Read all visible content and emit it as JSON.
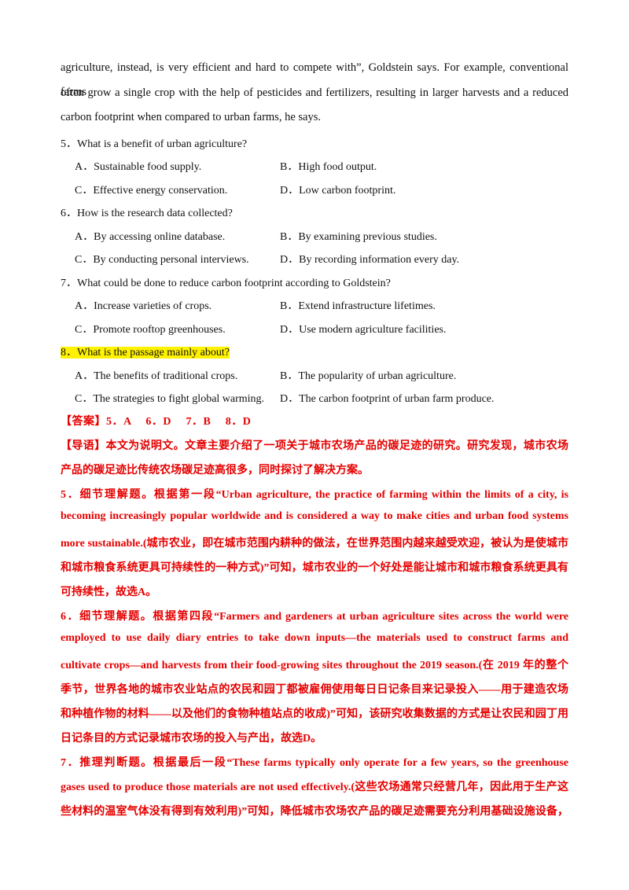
{
  "passage_lines": [
    "agriculture, instead, is very efficient and hard to compete with”, Goldstein says. For example, conventional farms",
    "often grow a single crop with the help of pesticides and fertilizers, resulting in larger harvests and a reduced",
    "carbon footprint when compared to urban farms, he says."
  ],
  "questions": [
    {
      "stem": "5．What is a benefit of urban agriculture?",
      "a": "A．Sustainable food supply.",
      "b": "B．High food output.",
      "c": "C．Effective energy conservation.",
      "d": "D．Low carbon footprint."
    },
    {
      "stem": "6．How is the research data collected?",
      "a": "A．By accessing online database.",
      "b": "B．By examining previous studies.",
      "c": "C．By conducting personal interviews.",
      "d": "D．By recording information every day."
    },
    {
      "stem": "7．What could be done to reduce carbon footprint according to Goldstein?",
      "a": "A．Increase varieties of crops.",
      "b": "B．Extend infrastructure lifetimes.",
      "c": "C．Promote rooftop greenhouses.",
      "d": "D．Use modern agriculture facilities."
    },
    {
      "stem": "8．What is the passage mainly about?",
      "a": "A．The benefits of traditional crops.",
      "b": "B．The popularity of urban agriculture.",
      "c": "C．The strategies to fight global warming.",
      "d": "D．The carbon footprint of urban farm produce."
    }
  ],
  "answer_line": "【答案】5．A　 6．D　 7．B　 8．D",
  "explanation_lines": [
    "【导语】本文为说明文。文章主要介绍了一项关于城市农场产品的碳足迹的研究。研究发现，城市农场",
    "产品的碳足迹比传统农场碳足迹高很多，同时探讨了解决方案。",
    "5．细节理解题。根据第一段“Urban agriculture, the practice of farming within the limits of a city, is",
    "becoming increasingly popular worldwide and is considered a way to make cities and urban food systems",
    "more sustainable.(城市农业，即在城市范围内耕种的做法，在世界范围内越来越受欢迎，被认为是使城市",
    "和城市粮食系统更具可持续性的一种方式)”可知，城市农业的一个好处是能让城市和城市粮食系统更具有",
    "可持续性，故选A。",
    "6．细节理解题。根据第四段“Farmers and gardeners at urban agriculture sites across the world were",
    "employed to use daily diary entries to take down inputs—the materials used to construct farms and",
    "cultivate crops—and harvests from their food-growing sites throughout the 2019 season.(在 2019 年的整个",
    "季节，世界各地的城市农业站点的农民和园丁都被雇佣使用每日日记条目来记录投入——用于建造农场",
    "和种植作物的材料——以及他们的食物种植站点的收成)”可知，该研究收集数据的方式是让农民和园丁用",
    "日记条目的方式记录城市农场的投入与产出，故选D。",
    "7．推理判断题。根据最后一段“These farms typically only operate for a few years, so the greenhouse",
    "gases used to produce those materials are not used effectively.(这些农场通常只经营几年，因此用于生产这",
    "些材料的温室气体没有得到有效利用)”可知，降低城市农场农产品的碳足迹需要充分利用基础设施设备，"
  ],
  "highlight_color": "#fff200",
  "answer_color": "#e60000"
}
